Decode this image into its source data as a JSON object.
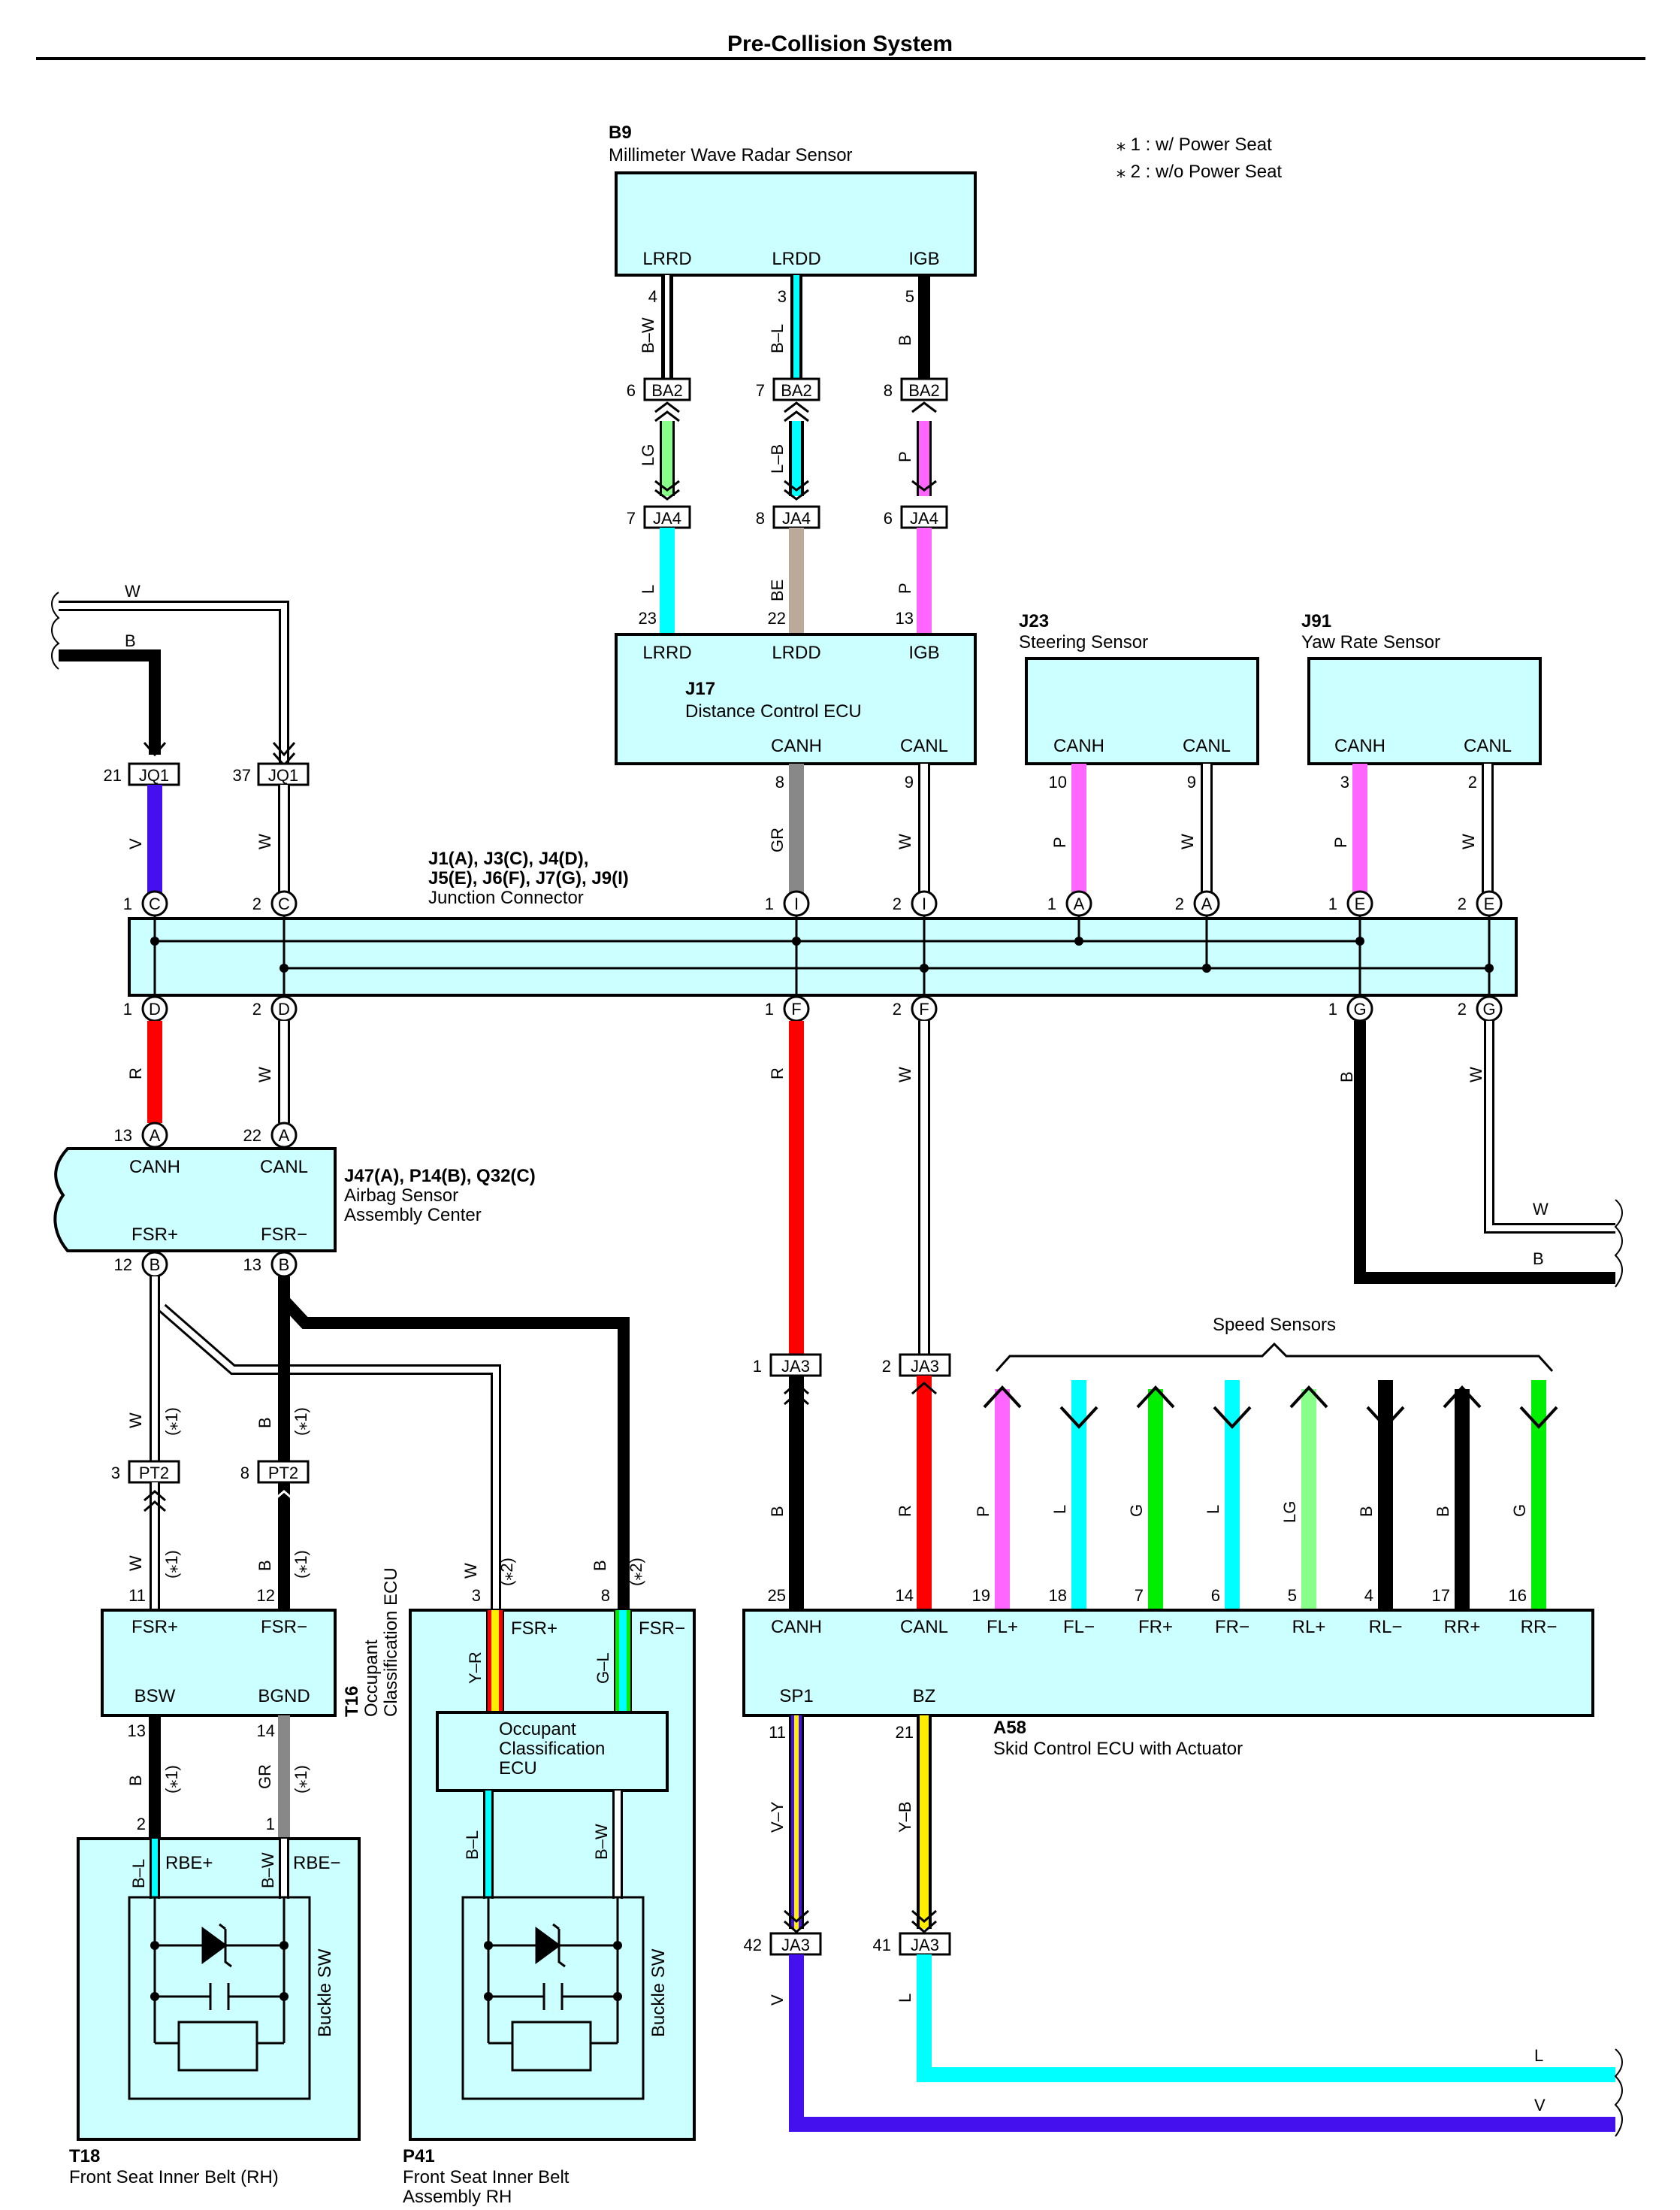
{
  "header": {
    "title": "Pre-Collision System"
  },
  "legend": {
    "note1": "⁎ 1 : w/ Power Seat",
    "note2": "⁎ 2 : w/o Power Seat"
  },
  "components": {
    "b9": {
      "code": "B9",
      "name": "Millimeter Wave Radar Sensor",
      "pins": [
        "LRRD",
        "LRDD",
        "IGB"
      ]
    },
    "j17": {
      "code": "J17",
      "name": "Distance Control ECU",
      "pins": [
        "LRRD",
        "LRDD",
        "IGB",
        "CANH",
        "CANL"
      ]
    },
    "j23": {
      "code": "J23",
      "name": "Steering Sensor",
      "pins": [
        "CANH",
        "CANL"
      ]
    },
    "j91": {
      "code": "J91",
      "name": "Yaw Rate Sensor",
      "pins": [
        "CANH",
        "CANL"
      ]
    },
    "junction": {
      "code": "J1(A), J3(C), J4(D),",
      "code2": "J5(E), J6(F), J7(G), J9(I)",
      "name": "Junction Connector"
    },
    "airbag": {
      "code": "J47(A), P14(B), Q32(C)",
      "name": "Airbag Sensor",
      "name2": "Assembly Center",
      "pins": [
        "CANH",
        "CANL",
        "FSR+",
        "FSR−"
      ]
    },
    "t16": {
      "code": "T16",
      "name": "Occupant",
      "name2": "Classification ECU",
      "pins": [
        "FSR+",
        "FSR−",
        "BSW",
        "BGND"
      ]
    },
    "p41": {
      "code": "P41",
      "name": "Front Seat Inner Belt",
      "name2": "Assembly RH",
      "pins": [
        "FSR+",
        "FSR−"
      ],
      "inner": [
        "Occupant",
        "Classification",
        "ECU"
      ]
    },
    "t18": {
      "code": "T18",
      "name": "Front Seat Inner Belt (RH)",
      "pins": [
        "RBE+",
        "RBE−"
      ]
    },
    "a58": {
      "code": "A58",
      "name": "Skid Control ECU with Actuator",
      "pins": [
        "CANH",
        "CANL",
        "FL+",
        "FL−",
        "FR+",
        "FR−",
        "RL+",
        "RL−",
        "RR+",
        "RR−",
        "SP1",
        "BZ"
      ]
    },
    "buckle": "Buckle SW",
    "speed": "Speed Sensors"
  },
  "connectors": {
    "ba2": "BA2",
    "ja4": "JA4",
    "jq1": "JQ1",
    "pt2": "PT2",
    "ja3": "JA3"
  },
  "wires": {
    "bw": "B–W",
    "bl": "B–L",
    "b": "B",
    "lg": "LG",
    "lb": "L–B",
    "p": "P",
    "l": "L",
    "be": "BE",
    "w": "W",
    "v": "V",
    "gr": "GR",
    "r": "R",
    "g": "G",
    "yr": "Y–R",
    "gl": "G–L",
    "vy": "V–Y",
    "yb": "Y–B",
    "n1": "(⁎1)",
    "n2": "(⁎2)"
  },
  "colors": {
    "black": "#000000",
    "white": "#ffffff",
    "red": "#ff0000",
    "violet": "#4411ee",
    "gray": "#888888",
    "pink": "#ff66ff",
    "cyan": "#00ffff",
    "lightgreen": "#88ff88",
    "green": "#00ee00",
    "tan": "#bbaa99",
    "yellow": "#ffee00",
    "box": "#ccffff"
  }
}
